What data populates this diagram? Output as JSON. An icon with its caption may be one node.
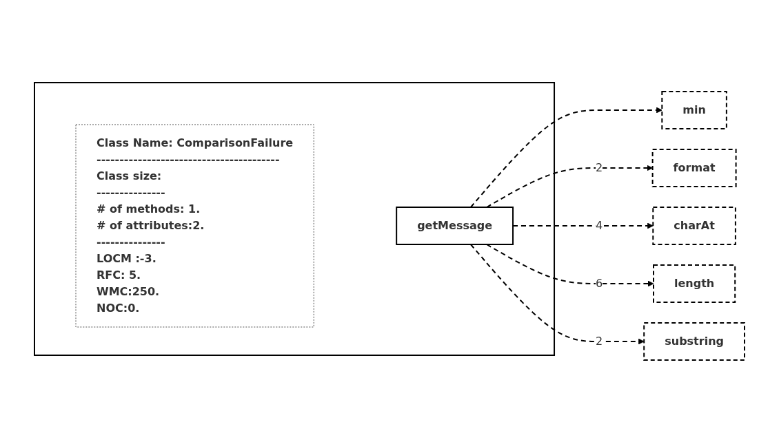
{
  "diagram": {
    "nodes": [
      {
        "text": [],
        "shape": "box"
      },
      {
        "text": [
          "Class Name: ComparisonFailure",
          "----------------------------------------",
          "Class size:",
          "---------------",
          "# of methods: 1.",
          "# of attributes:2.",
          "---------------",
          "LOCM :-3.",
          "RFC: 5.",
          "WMC:250.",
          "NOC:0."
        ],
        "in": 0
      },
      {
        "text": [
          "getMessage"
        ],
        "in": 0
      },
      {
        "text": [
          "min"
        ]
      },
      {
        "text": [
          "format"
        ]
      },
      {
        "text": [
          "charAt"
        ]
      },
      {
        "text": [
          "length"
        ]
      },
      {
        "text": [
          "substring"
        ]
      }
    ],
    "edges": [
      {
        "from": 2,
        "to": 3,
        "arrow": "to",
        "style": "dashed"
      },
      {
        "from": 2,
        "to": 4,
        "arrow": "to",
        "style": "dashed",
        "label": "2"
      },
      {
        "from": 2,
        "to": 5,
        "arrow": "to",
        "style": "dashed",
        "label": "4"
      },
      {
        "from": 2,
        "to": 6,
        "arrow": "to",
        "style": "dashed",
        "label": "6"
      },
      {
        "from": 2,
        "to": 7,
        "arrow": "to",
        "style": "dashed",
        "label": "2"
      }
    ]
  }
}
